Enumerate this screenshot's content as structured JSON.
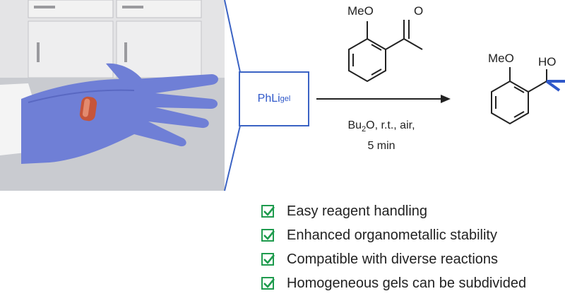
{
  "reagent": {
    "base": "PhLi",
    "subscript": "gel"
  },
  "starting_material": {
    "substituent": "MeO",
    "carbonyl_atom": "O"
  },
  "product": {
    "substituent": "MeO",
    "hydroxyl": "HO"
  },
  "conditions": {
    "line1_pre": "Bu",
    "line1_sub": "2",
    "line1_post": "O, r.t., air,",
    "line2": "5 min"
  },
  "features": [
    "Easy reagent handling",
    "Enhanced organometallic stability",
    "Compatible with diverse reactions",
    "Homogeneous gels can be subdivided"
  ],
  "colors": {
    "accent_blue": "#3b63c4",
    "check_green": "#1f9b4e",
    "glove": "#6f7fd6",
    "gel": "#c6553a"
  }
}
